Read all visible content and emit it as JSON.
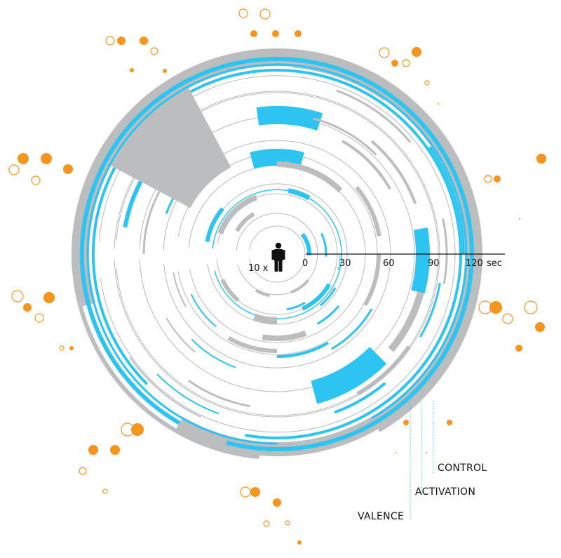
{
  "colors": {
    "blue": "#2ec4f1",
    "gray": "#bcbdbf",
    "thin_gray": "#b8b8b8",
    "orange": "#f7941d",
    "ink": "#111111"
  },
  "multiplier_label": "10 x",
  "person_icon": "person-icon",
  "axis": {
    "ticks": [
      "0",
      "30",
      "60",
      "90"
    ],
    "last_tick": "120",
    "unit": "sec"
  },
  "legend": {
    "control": "CONTROL",
    "activation": "ACTIVATION",
    "valence": "VALENCE"
  }
}
